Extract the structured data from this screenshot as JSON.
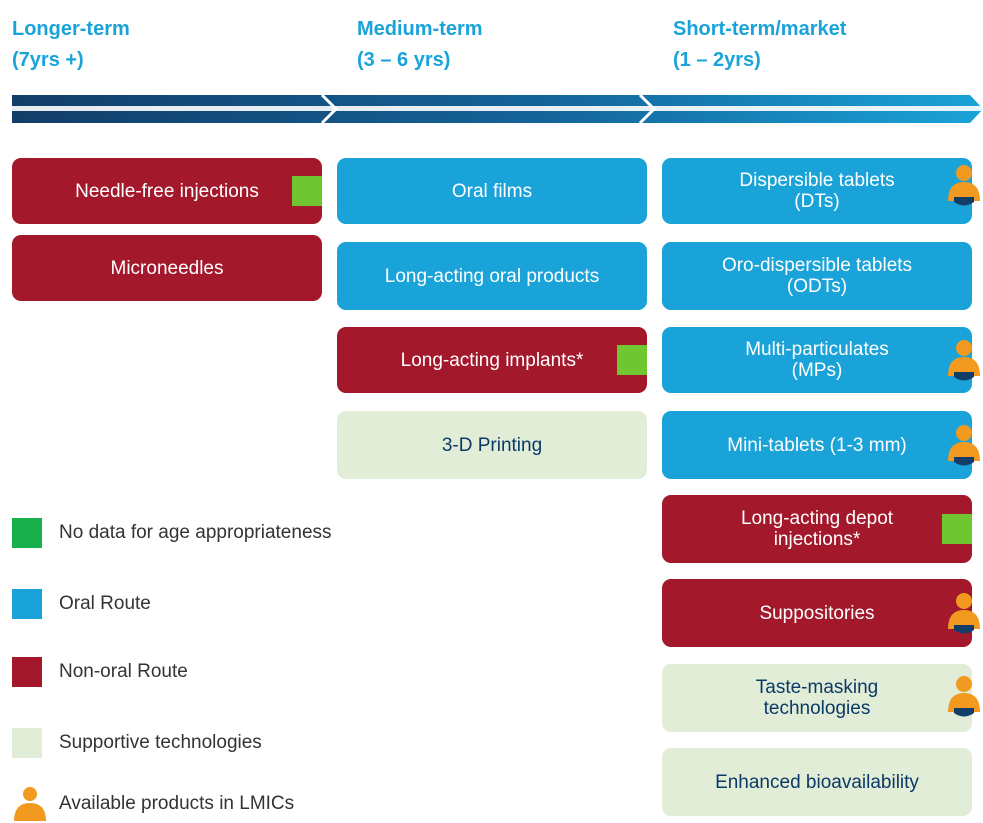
{
  "phases": [
    {
      "line1": "Longer-term",
      "line2": "(7yrs +)"
    },
    {
      "line1": "Medium-term",
      "line2": "(3 – 6 yrs)"
    },
    {
      "line1": "Short-term/market",
      "line2": "(1 – 2yrs)"
    }
  ],
  "colors": {
    "oral": "#1aa3d8",
    "non_oral": "#a3182b",
    "supportive": "#e1edd6",
    "no_data_marker": "#6fc631",
    "person_icon": "#f29a1f",
    "timeline_dark": "#123d68",
    "timeline_light": "#1aa3d8"
  },
  "columns": {
    "longer_term": [
      {
        "label_lines": [
          "Needle-free injections"
        ],
        "route": "non-oral",
        "no_data": true
      },
      {
        "label_lines": [
          "Microneedles"
        ],
        "route": "non-oral"
      }
    ],
    "medium_term": [
      {
        "label_lines": [
          "Oral films"
        ],
        "route": "oral"
      },
      {
        "label_lines": [
          "Long-acting oral products"
        ],
        "route": "oral"
      },
      {
        "label_lines": [
          "Long-acting implants*"
        ],
        "route": "non-oral",
        "no_data": true
      },
      {
        "label_lines": [
          "3-D Printing"
        ],
        "route": "supportive"
      }
    ],
    "short_term": [
      {
        "label_lines": [
          "Dispersible tablets",
          "(DTs)"
        ],
        "route": "oral",
        "available_in_lmics": true
      },
      {
        "label_lines": [
          "Oro-dispersible tablets",
          "(ODTs)"
        ],
        "route": "oral"
      },
      {
        "label_lines": [
          "Multi-particulates",
          "(MPs)"
        ],
        "route": "oral",
        "available_in_lmics": true
      },
      {
        "label_lines": [
          "Mini-tablets (1-3 mm)"
        ],
        "route": "oral",
        "available_in_lmics": true
      },
      {
        "label_lines": [
          "Long-acting depot",
          "injections*"
        ],
        "route": "non-oral",
        "no_data": true
      },
      {
        "label_lines": [
          "Suppositories"
        ],
        "route": "non-oral",
        "available_in_lmics": true
      },
      {
        "label_lines": [
          "Taste-masking",
          "technologies"
        ],
        "route": "supportive",
        "available_in_lmics": true
      },
      {
        "label_lines": [
          "Enhanced bioavailability"
        ],
        "route": "supportive"
      }
    ]
  },
  "legend": [
    {
      "label": "No data for age appropriateness",
      "icon": "green-square"
    },
    {
      "label": "Oral Route",
      "icon": "blue-square"
    },
    {
      "label": "Non-oral Route",
      "icon": "red-square"
    },
    {
      "label": "Supportive technologies",
      "icon": "light-green-square"
    },
    {
      "label": "Available products in LMICs",
      "icon": "person-icon"
    }
  ]
}
